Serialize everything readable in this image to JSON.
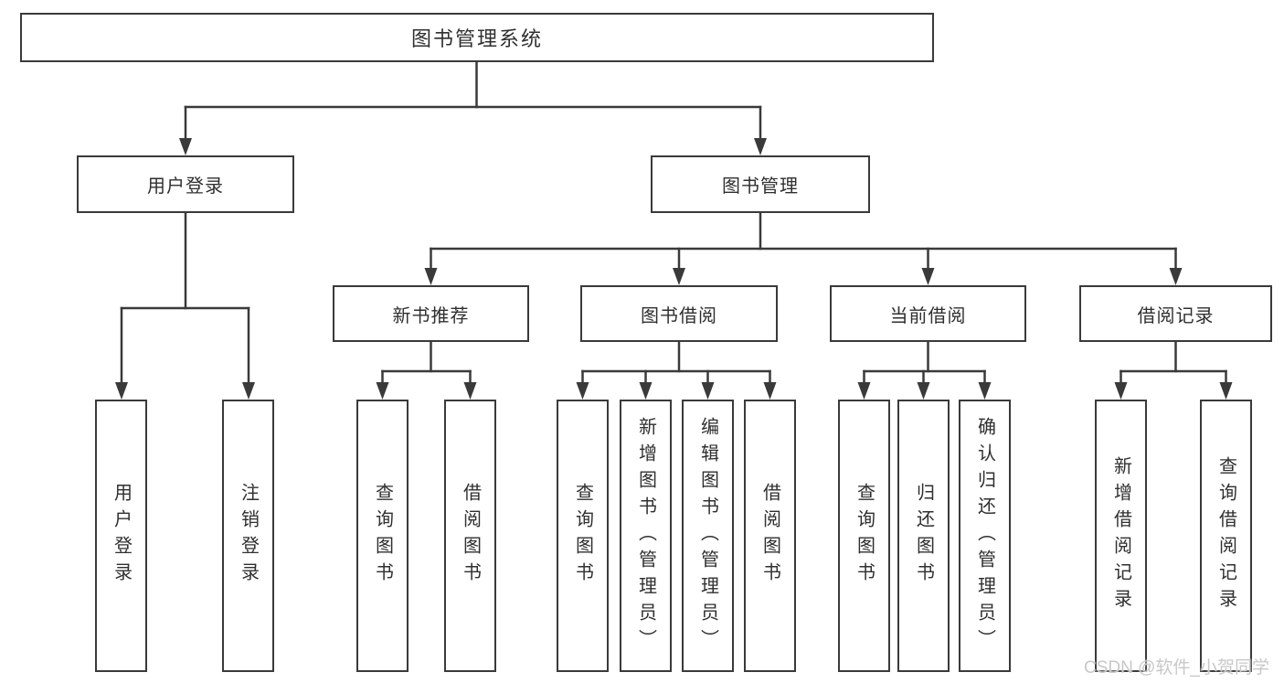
{
  "colors": {
    "line": "#3a3a3a",
    "text": "#2f2f2f",
    "watermark": "#c8c8c8",
    "background": "#ffffff"
  },
  "watermark": "CSDN @软件_小贺同学",
  "tree": {
    "label": "图书管理系统",
    "children": [
      {
        "label": "用户登录",
        "children": [
          {
            "label": "用户登录"
          },
          {
            "label": "注销登录"
          }
        ]
      },
      {
        "label": "图书管理",
        "children": [
          {
            "label": "新书推荐",
            "children": [
              {
                "label": "查询图书"
              },
              {
                "label": "借阅图书"
              }
            ]
          },
          {
            "label": "图书借阅",
            "children": [
              {
                "label": "查询图书"
              },
              {
                "label": "新增图书（管理员）"
              },
              {
                "label": "编辑图书（管理员）"
              },
              {
                "label": "借阅图书"
              }
            ]
          },
          {
            "label": "当前借阅",
            "children": [
              {
                "label": "查询图书"
              },
              {
                "label": "归还图书"
              },
              {
                "label": "确认归还（管理员）"
              }
            ]
          },
          {
            "label": "借阅记录",
            "children": [
              {
                "label": "新增借阅记录"
              },
              {
                "label": "查询借阅记录"
              }
            ]
          }
        ]
      }
    ]
  }
}
